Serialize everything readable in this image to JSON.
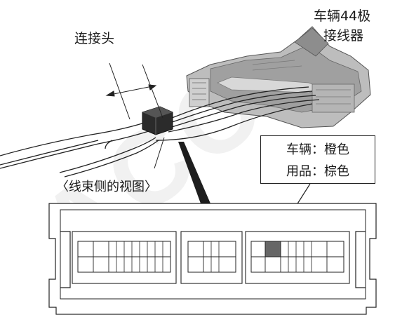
{
  "labels": {
    "connector": "连接头",
    "vehicle_connector_line1": "车辆44极",
    "vehicle_connector_line2": "接线器",
    "harness_view": "〈线束侧的视图〉"
  },
  "callout": {
    "vehicle_color": "车辆：橙色",
    "accessory_color": "用品：棕色"
  },
  "watermark": "ACC",
  "colors": {
    "line": "#222222",
    "highlight_pin": "#666666",
    "connector_body": "#ffffff",
    "device_gray": "#a8a8a8"
  }
}
